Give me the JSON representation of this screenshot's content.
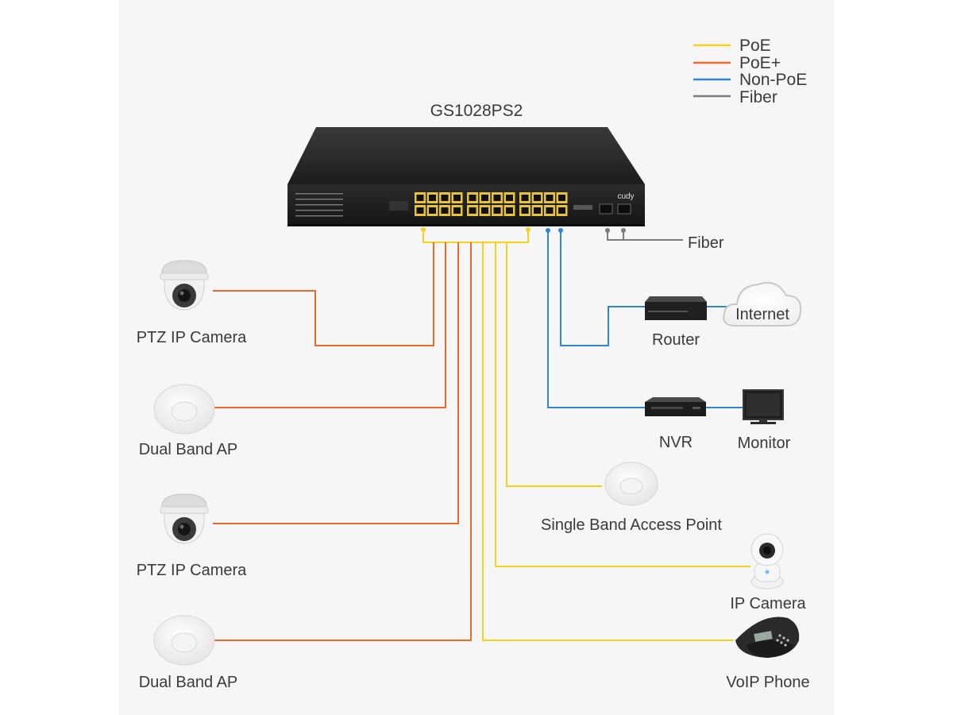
{
  "switch": {
    "model": "GS1028PS2",
    "brand": "cudy"
  },
  "legend": [
    {
      "label": "PoE",
      "color": "#f5d21e"
    },
    {
      "label": "PoE+",
      "color": "#ec6a2c"
    },
    {
      "label": "Non-PoE",
      "color": "#2f86d8"
    },
    {
      "label": "Fiber",
      "color": "#7c7c7c"
    }
  ],
  "colors": {
    "poe": "#f5d21e",
    "poe_plus": "#ec6a2c",
    "non_poe": "#2f86d8",
    "fiber": "#7c7c7c"
  },
  "devices": {
    "left": [
      "PTZ IP Camera",
      "Dual Band AP",
      "PTZ IP Camera",
      "Dual Band AP"
    ],
    "fiber": "Fiber",
    "router": "Router",
    "internet": "Internet",
    "nvr": "NVR",
    "monitor": "Monitor",
    "single_ap": "Single Band Access Point",
    "ip_camera": "IP Camera",
    "voip": "VoIP Phone"
  },
  "icons": {
    "camera": "dome-camera-icon",
    "ap": "ceiling-access-point-icon",
    "router": "router-icon",
    "cloud": "cloud-icon",
    "nvr": "nvr-icon",
    "monitor": "monitor-icon",
    "ip_camera": "ip-camera-icon",
    "voip": "conference-phone-icon"
  }
}
